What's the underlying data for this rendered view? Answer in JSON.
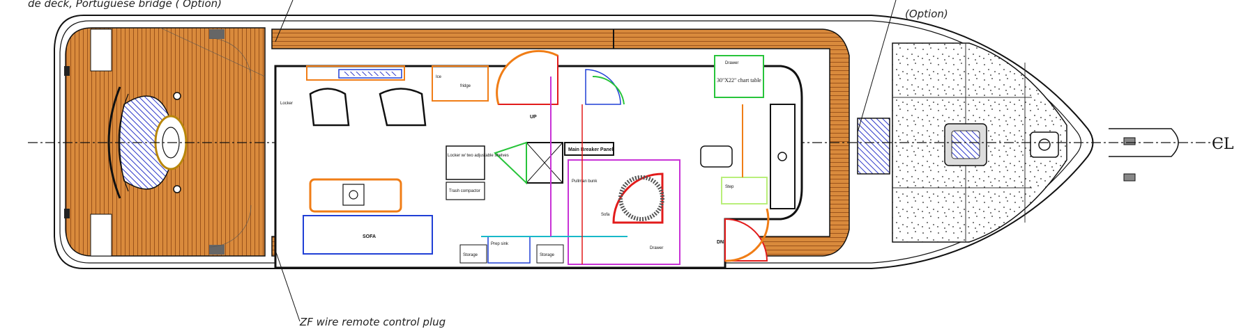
{
  "annotations": {
    "top_left": "de deck, Portuguese bridge ( Option)",
    "top_right": "(Option)",
    "bottom": "ZF wire remote control plug"
  },
  "centerline_symbol": "CL",
  "labels": {
    "sofa": "SOFA",
    "chart_table": "30\"X22\" chart table",
    "drawer_top": "Drawer",
    "main_breaker": "Main Breaker Panel",
    "pullman_bunk": "Pullman bunk",
    "trash_compactor": "Trash compactor",
    "locker_adjustable": "Locker w/ two adjustable shelves",
    "locker": "Locker",
    "ice": "Ice",
    "storage": "Storage",
    "drawer": "Drawer",
    "sofa_small": "Sofa",
    "prep_sink": "Prep sink",
    "up": "UP",
    "dn": "DN",
    "step": "Step",
    "fridge": "fridge"
  },
  "colors": {
    "teak": "#d98a3c",
    "teak_dark": "#b4621e",
    "outline": "#111111",
    "blue": "#1f3fd6",
    "orange": "#f07d16",
    "red": "#e21b1b",
    "green": "#27c43a",
    "magenta": "#c832d6",
    "cyan": "#18b8c8",
    "lightgreen": "#b9ef7a",
    "hatch": "#2c37c9"
  }
}
